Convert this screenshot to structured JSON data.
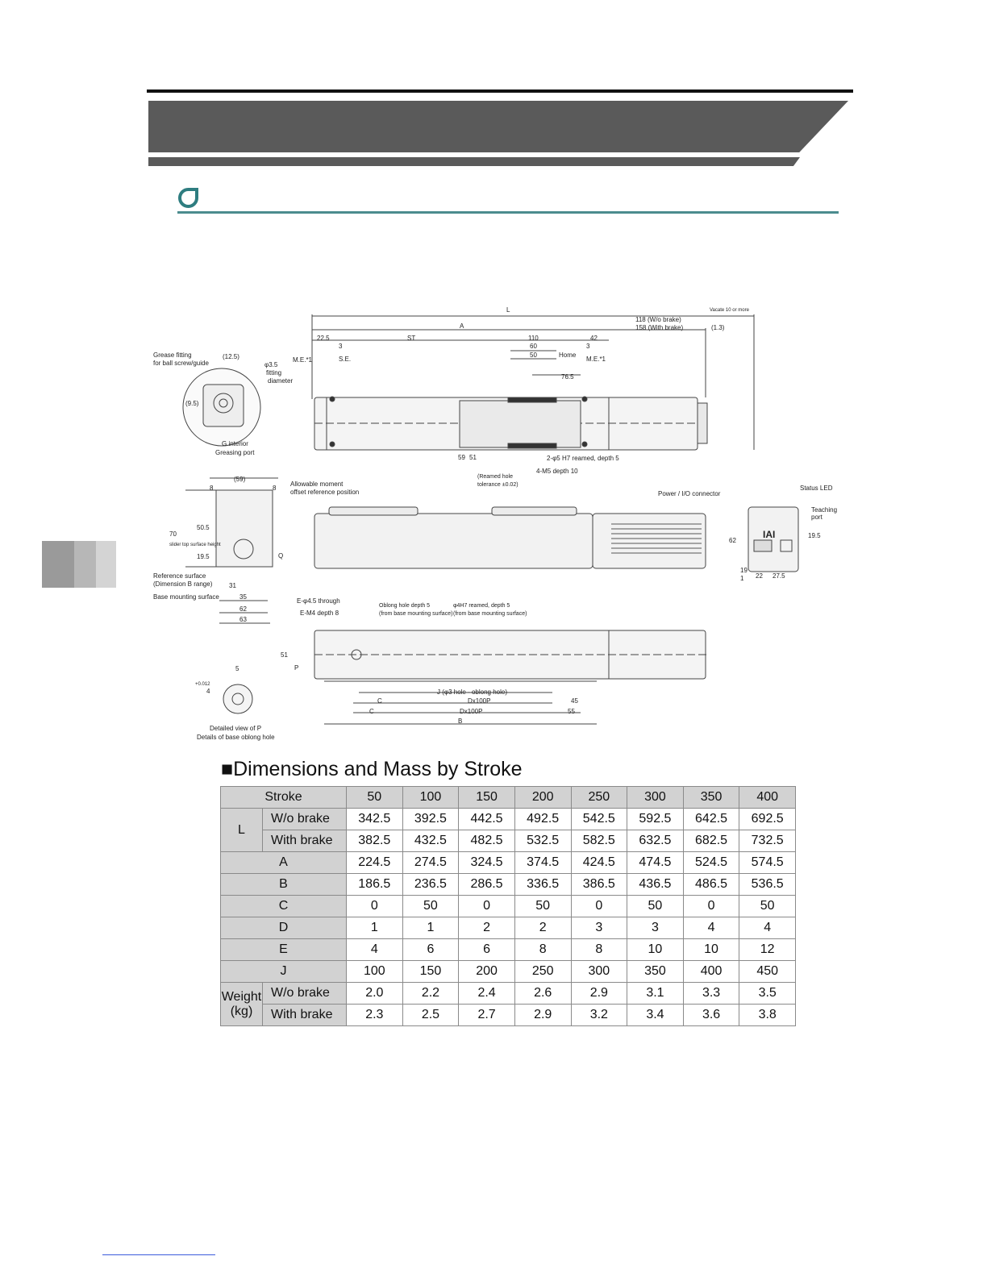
{
  "drawing_labels": {
    "grease_fitting": "Grease fitting",
    "grease_fitting_2": "for ball screw/guide",
    "d12_5": "(12.5)",
    "fitting_dia": "φ3.5",
    "fitting_dia_2": "fitting",
    "fitting_dia_3": "diameter",
    "d9_5": "(9.5)",
    "interior": "G interior",
    "greasing_port": "Greasing port",
    "L": "L",
    "A": "A",
    "ST": "ST",
    "d22_5": "22.5",
    "d110": "110",
    "d42": "42",
    "d3a": "3",
    "d3b": "3",
    "d60": "60",
    "d50": "50",
    "d76_5": "76.5",
    "me1": "M.E.*1",
    "me2": "M.E.*1",
    "se": "S.E.",
    "home": "Home",
    "wo_brake_len": "118 (W/o brake)",
    "with_brake_len": "158 (With brake)",
    "d1_3": "(1.3)",
    "motor_note": "Vacate 10 or more",
    "d59": "59",
    "d51a": "51",
    "reamed_hole": "(Reamed hole",
    "reamed_hole_2": "tolerance ±0.02)",
    "pin_holes": "2-φ5 H7 reamed, depth 5",
    "m5_holes": "4-M5 depth 10",
    "d59b": "(59)",
    "d8a": "8",
    "d8b": "8",
    "allow_moment": "Allowable moment",
    "allow_moment_2": "offset reference position",
    "d70": "70",
    "d70_note": "slider top surface height",
    "d50_5": "50.5",
    "d19_5": "19.5",
    "Q": "Q",
    "ref_surface": "Reference surface",
    "ref_surface_2": "(Dimension B range)",
    "base_surface": "Base mounting surface",
    "d31": "31",
    "d35": "35",
    "d62": "62",
    "d63": "63",
    "power_io": "Power / I/O connector",
    "status_led": "Status LED",
    "teaching": "Teaching",
    "teaching_2": "port",
    "d62b": "62",
    "d19": "19",
    "d1": "1",
    "d22": "22",
    "d27_5": "27.5",
    "d19_5b": "19.5",
    "logo": "IAI",
    "e_through": "E-φ4.5 through",
    "e_m4": "E-M4 depth 8",
    "oblong": "Oblong hole depth 5",
    "oblong_2": "(from base mounting surface)",
    "h7_holes": "φ4H7 reamed, depth 5",
    "h7_holes_2": "(from base mounting surface)",
    "d51b": "51",
    "P": "P",
    "J": "J (φ3 hole - oblong hole)",
    "C1": "C",
    "C2": "C",
    "dx100a": "Dx100P",
    "dx100b": "Dx100P",
    "d45": "45",
    "d55": "55",
    "B": "B",
    "d5": "5",
    "d4": "4",
    "tol": "+0.012",
    "detail_p": "Detailed view of P",
    "detail_p_2": "Details of base oblong hole"
  },
  "table": {
    "heading": "■Dimensions and Mass by Stroke",
    "stroke_label": "Stroke",
    "strokes": [
      "50",
      "100",
      "150",
      "200",
      "250",
      "300",
      "350",
      "400"
    ],
    "L_label": "L",
    "weight_label": "Weight",
    "weight_unit": "(kg)",
    "wo_brake": "W/o brake",
    "with_brake": "With brake",
    "rows": {
      "L_wo": [
        "342.5",
        "392.5",
        "442.5",
        "492.5",
        "542.5",
        "592.5",
        "642.5",
        "692.5"
      ],
      "L_with": [
        "382.5",
        "432.5",
        "482.5",
        "532.5",
        "582.5",
        "632.5",
        "682.5",
        "732.5"
      ],
      "A_label": "A",
      "A": [
        "224.5",
        "274.5",
        "324.5",
        "374.5",
        "424.5",
        "474.5",
        "524.5",
        "574.5"
      ],
      "B_label": "B",
      "B": [
        "186.5",
        "236.5",
        "286.5",
        "336.5",
        "386.5",
        "436.5",
        "486.5",
        "536.5"
      ],
      "C_label": "C",
      "C": [
        "0",
        "50",
        "0",
        "50",
        "0",
        "50",
        "0",
        "50"
      ],
      "D_label": "D",
      "D": [
        "1",
        "1",
        "2",
        "2",
        "3",
        "3",
        "4",
        "4"
      ],
      "E_label": "E",
      "E": [
        "4",
        "6",
        "6",
        "8",
        "8",
        "10",
        "10",
        "12"
      ],
      "J_label": "J",
      "J": [
        "100",
        "150",
        "200",
        "250",
        "300",
        "350",
        "400",
        "450"
      ],
      "W_wo": [
        "2.0",
        "2.2",
        "2.4",
        "2.6",
        "2.9",
        "3.1",
        "3.3",
        "3.5"
      ],
      "W_with": [
        "2.3",
        "2.5",
        "2.7",
        "2.9",
        "3.2",
        "3.4",
        "3.6",
        "3.8"
      ]
    }
  },
  "colors": {
    "band": "#5a5a5a",
    "accent": "#2e7d80",
    "table_header": "#d2d2d2"
  }
}
